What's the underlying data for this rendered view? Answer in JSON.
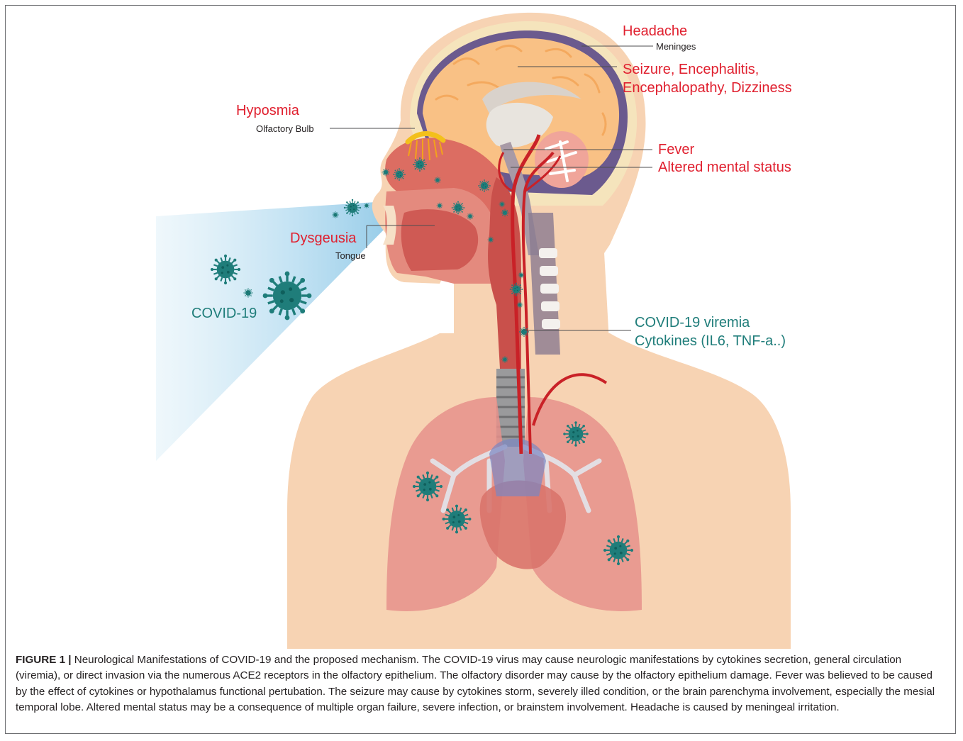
{
  "labels": {
    "headache": "Headache",
    "meninges": "Meninges",
    "seizure_line1": "Seizure, Encephalitis,",
    "seizure_line2": "Encephalopathy, Dizziness",
    "hyposmia": "Hyposmia",
    "olfactory_bulb": "Olfactory Bulb",
    "fever": "Fever",
    "altered_mental": "Altered mental status",
    "dysgeusia": "Dysgeusia",
    "tongue": "Tongue",
    "covid": "COVID-19",
    "viremia": "COVID-19 viremia",
    "cytokines": "Cytokines (IL6, TNF-a..)"
  },
  "caption": {
    "figure_label": "FIGURE 1 |",
    "text": "Neurological Manifestations of COVID-19 and the proposed mechanism. The COVID-19 virus may cause neurologic manifestations by cytokines secretion, general circulation (viremia), or direct invasion via the numerous ACE2 receptors in the olfactory epithelium. The olfactory disorder may cause by the olfactory epithelium damage. Fever was believed to be caused by the effect of cytokines or hypothalamus functional pertubation. The seizure may cause by cytokines storm, severely illed condition, or the brain parenchyma involvement, especially the mesial temporal lobe. Altered mental status may be a consequence of multiple organ failure, severe infection, or brainstem involvement. Headache is caused by meningeal irritation."
  },
  "colors": {
    "symptom_red": "#e0202f",
    "virus_teal": "#1f7d7a",
    "skin": "#f7d3b3",
    "brain": "#f9c185",
    "artery": "#c92127",
    "airway": "#d8625a"
  },
  "icons": [
    "virus-icon"
  ]
}
